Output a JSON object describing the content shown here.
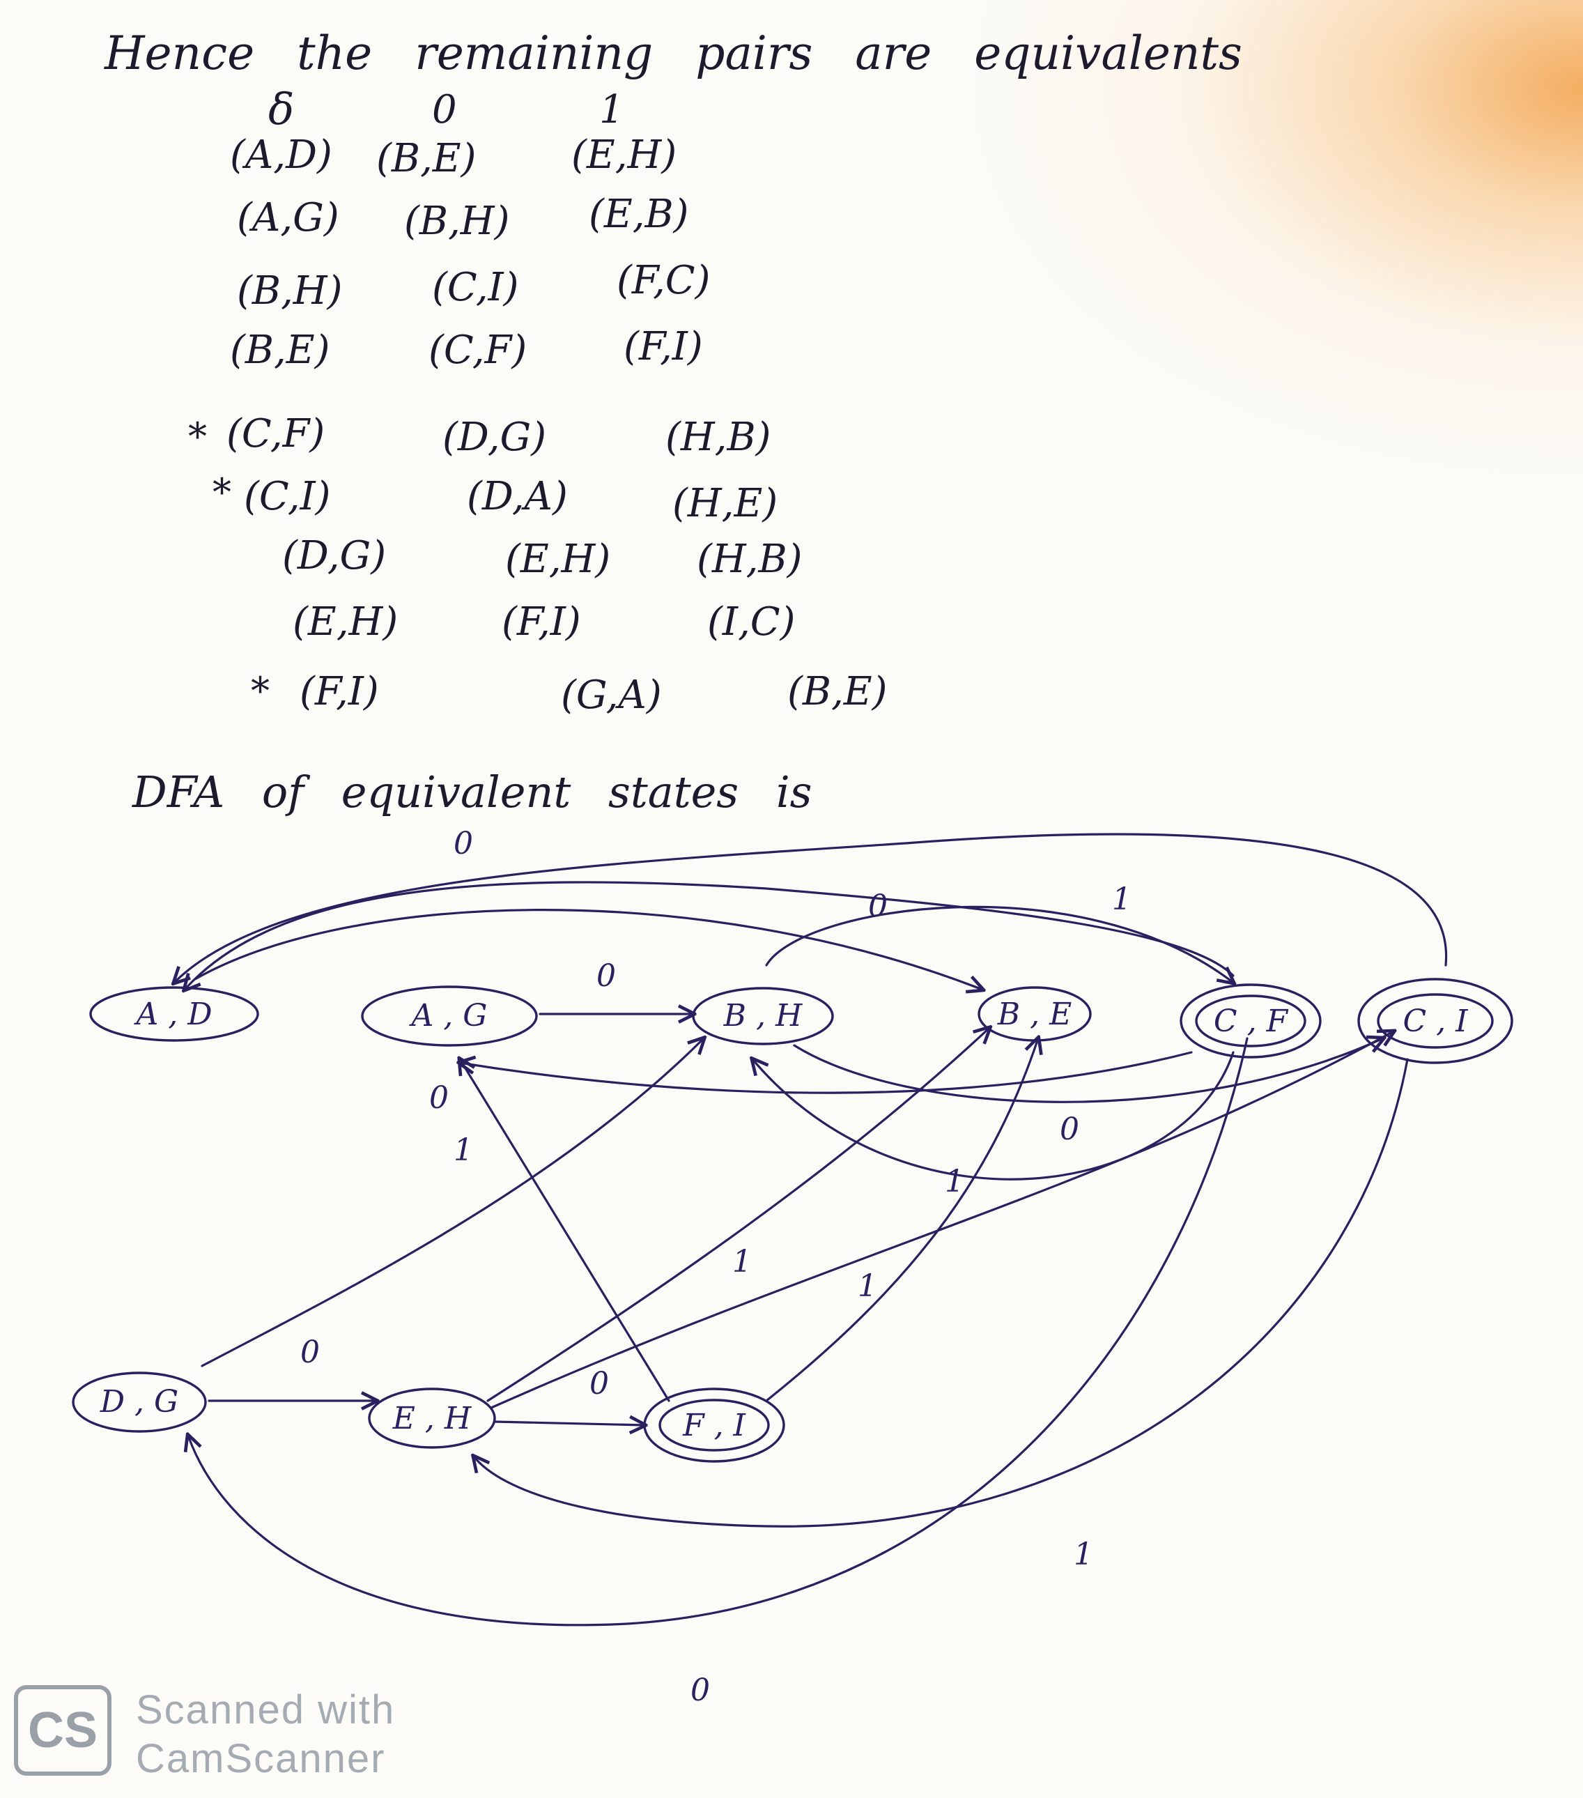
{
  "heading": "Hence the remaining pairs are equivalents",
  "table": {
    "headers": [
      "δ",
      "0",
      "1"
    ],
    "rows": [
      {
        "marker": "",
        "cells": [
          "(A,D)",
          "(B,E)",
          "(E,H)"
        ]
      },
      {
        "marker": "",
        "cells": [
          "(A,G)",
          "(B,H)",
          "(E,B)"
        ]
      },
      {
        "marker": "",
        "cells": [
          "(B,H)",
          "(C,I)",
          "(F,C)"
        ]
      },
      {
        "marker": "",
        "cells": [
          "(B,E)",
          "(C,F)",
          "(F,I)"
        ]
      },
      {
        "marker": "*",
        "cells": [
          "(C,F)",
          "(D,G)",
          "(H,B)"
        ]
      },
      {
        "marker": "*",
        "cells": [
          "(C,I)",
          "(D,A)",
          "(H,E)"
        ]
      },
      {
        "marker": "",
        "cells": [
          "(D,G)",
          "(E,H)",
          "(H,B)"
        ]
      },
      {
        "marker": "",
        "cells": [
          "(E,H)",
          "(F,I)",
          "(I,C)"
        ]
      },
      {
        "marker": "*",
        "cells": [
          "(F,I)",
          "(G,A)",
          "(B,E)"
        ]
      }
    ]
  },
  "dfa_heading": "DFA of equivalent states is",
  "dfa": {
    "states": [
      {
        "id": "AD",
        "label": "A , D",
        "final": false
      },
      {
        "id": "AG",
        "label": "A , G",
        "final": false
      },
      {
        "id": "BH",
        "label": "B , H",
        "final": false
      },
      {
        "id": "BE",
        "label": "B , E",
        "final": false
      },
      {
        "id": "CF",
        "label": "C , F",
        "final": true
      },
      {
        "id": "CI",
        "label": "C , I",
        "final": true
      },
      {
        "id": "DG",
        "label": "D , G",
        "final": false
      },
      {
        "id": "EH",
        "label": "E , H",
        "final": false
      },
      {
        "id": "FI",
        "label": "F , I",
        "final": true
      }
    ],
    "edge_labels": [
      "0",
      "0",
      "0",
      "1",
      "0",
      "1",
      "0",
      "1",
      "1",
      "1",
      "0",
      "0",
      "1",
      "0"
    ]
  },
  "watermark": {
    "logo": "CS",
    "line1": "Scanned with",
    "line2": "CamScanner"
  }
}
